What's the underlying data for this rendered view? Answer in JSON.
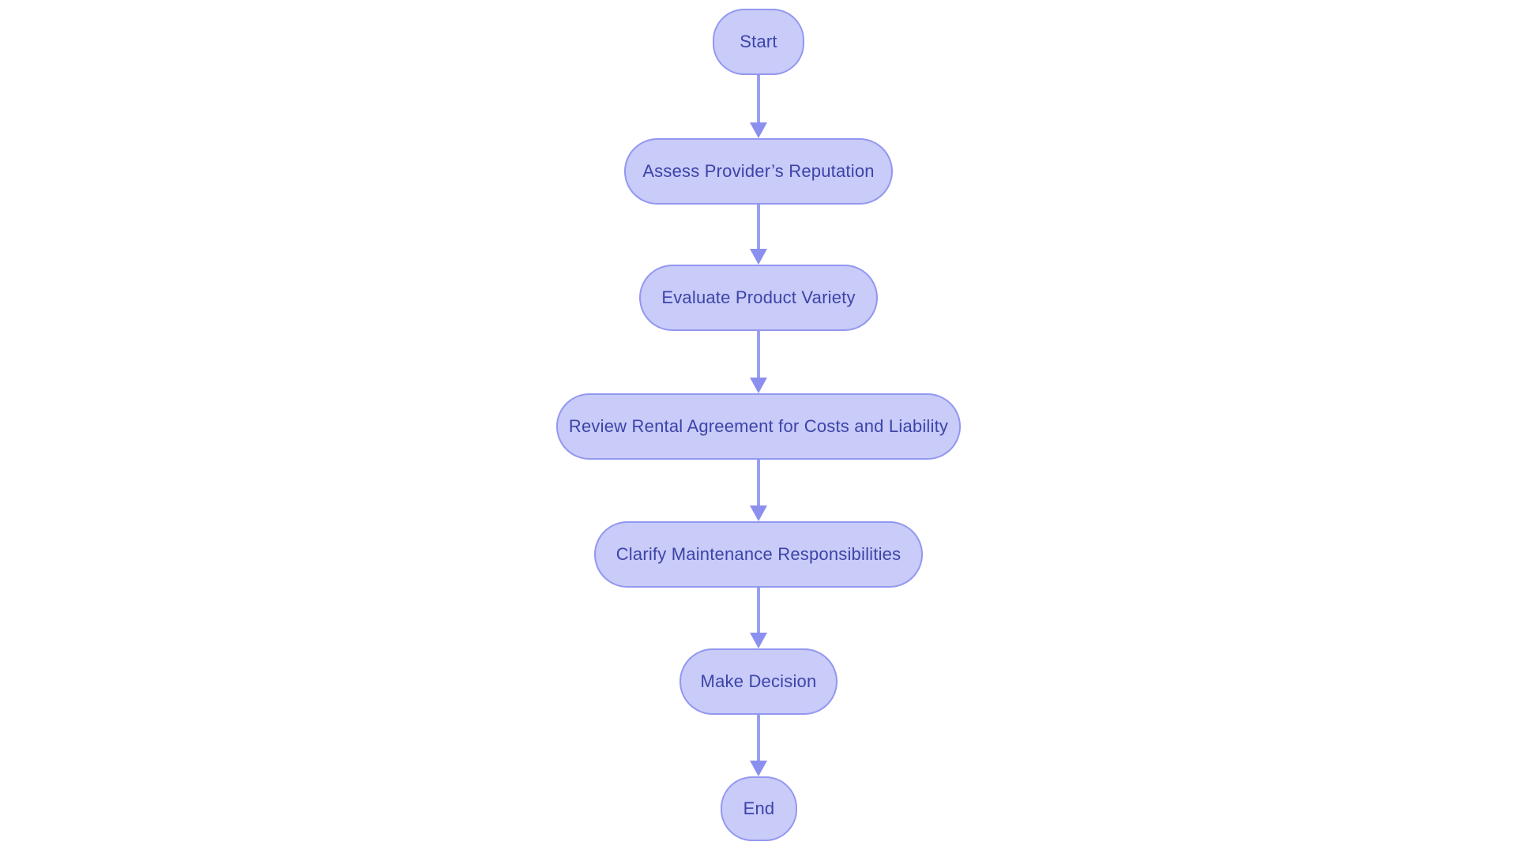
{
  "diagram": {
    "type": "flowchart",
    "direction": "top-down",
    "colors": {
      "background": "#ffffff",
      "node-fill": "#c9cbf8",
      "node-border": "#9297f0",
      "node-text": "#3c44a8",
      "arrow-line": "#9aa0f1",
      "arrow-head": "#8b90ee"
    },
    "nodes": [
      {
        "id": "start",
        "label": "Start",
        "shape": "stadium"
      },
      {
        "id": "assess_reputation",
        "label": "Assess Provider’s Reputation",
        "shape": "stadium"
      },
      {
        "id": "evaluate_variety",
        "label": "Evaluate Product Variety",
        "shape": "stadium"
      },
      {
        "id": "review_agreement",
        "label": "Review Rental Agreement for Costs and Liability",
        "shape": "stadium"
      },
      {
        "id": "clarify_maintenance",
        "label": "Clarify Maintenance Responsibilities",
        "shape": "stadium"
      },
      {
        "id": "make_decision",
        "label": "Make Decision",
        "shape": "stadium"
      },
      {
        "id": "end",
        "label": "End",
        "shape": "stadium"
      }
    ],
    "edges": [
      {
        "from": "start",
        "to": "assess_reputation"
      },
      {
        "from": "assess_reputation",
        "to": "evaluate_variety"
      },
      {
        "from": "evaluate_variety",
        "to": "review_agreement"
      },
      {
        "from": "review_agreement",
        "to": "clarify_maintenance"
      },
      {
        "from": "clarify_maintenance",
        "to": "make_decision"
      },
      {
        "from": "make_decision",
        "to": "end"
      }
    ]
  }
}
